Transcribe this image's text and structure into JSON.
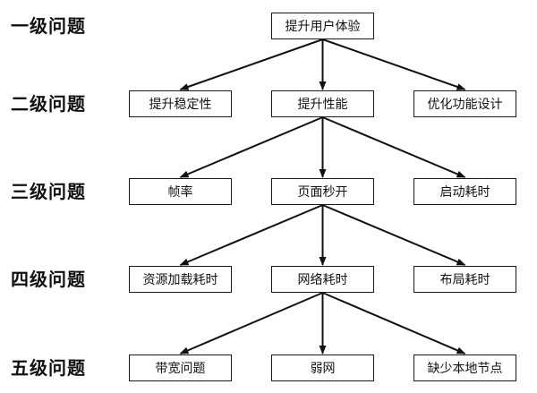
{
  "levels": [
    "一级问题",
    "二级问题",
    "三级问题",
    "四级问题",
    "五级问题"
  ],
  "nodes": {
    "root": "提升用户体验",
    "l2_left": "提升稳定性",
    "l2_center": "提升性能",
    "l2_right": "优化功能设计",
    "l3_left": "帧率",
    "l3_center": "页面秒开",
    "l3_right": "启动耗时",
    "l4_left": "资源加载耗时",
    "l4_center": "网络耗时",
    "l4_right": "布局耗时",
    "l5_left": "带宽问题",
    "l5_center": "弱网",
    "l5_right": "缺少本地节点"
  },
  "edges": [
    [
      "root",
      "l2_left"
    ],
    [
      "root",
      "l2_center"
    ],
    [
      "root",
      "l2_right"
    ],
    [
      "l2_center",
      "l3_left"
    ],
    [
      "l2_center",
      "l3_center"
    ],
    [
      "l2_center",
      "l3_right"
    ],
    [
      "l3_center",
      "l4_left"
    ],
    [
      "l3_center",
      "l4_center"
    ],
    [
      "l3_center",
      "l4_right"
    ],
    [
      "l4_center",
      "l5_left"
    ],
    [
      "l4_center",
      "l5_center"
    ],
    [
      "l4_center",
      "l5_right"
    ]
  ]
}
